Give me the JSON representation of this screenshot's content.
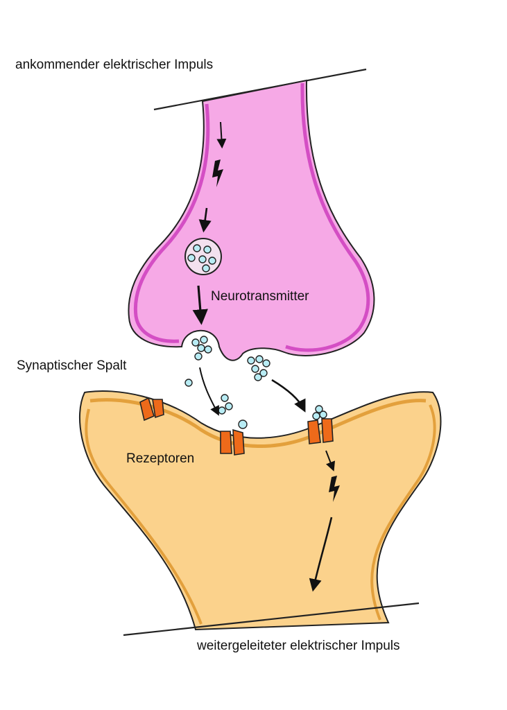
{
  "labels": {
    "incoming": "ankommender elektrischer Impuls",
    "neurotransmitter": "Neurotransmitter",
    "cleft": "Synaptischer Spalt",
    "receptors": "Rezeptoren",
    "outgoing": "weitergeleiteter elektrischer Impuls"
  },
  "colors": {
    "presynaptic_fill": "#f6a9e6",
    "presynaptic_edge": "#d44ec4",
    "postsynaptic_fill": "#fbd28c",
    "postsynaptic_edge": "#e3a03c",
    "receptor": "#ee6a1a",
    "vesicle_dot": "#b8ecf4",
    "outline": "#222222"
  },
  "icons": [
    "lightning-icon",
    "arrow-icon",
    "vesicle-icon",
    "receptor-icon"
  ]
}
